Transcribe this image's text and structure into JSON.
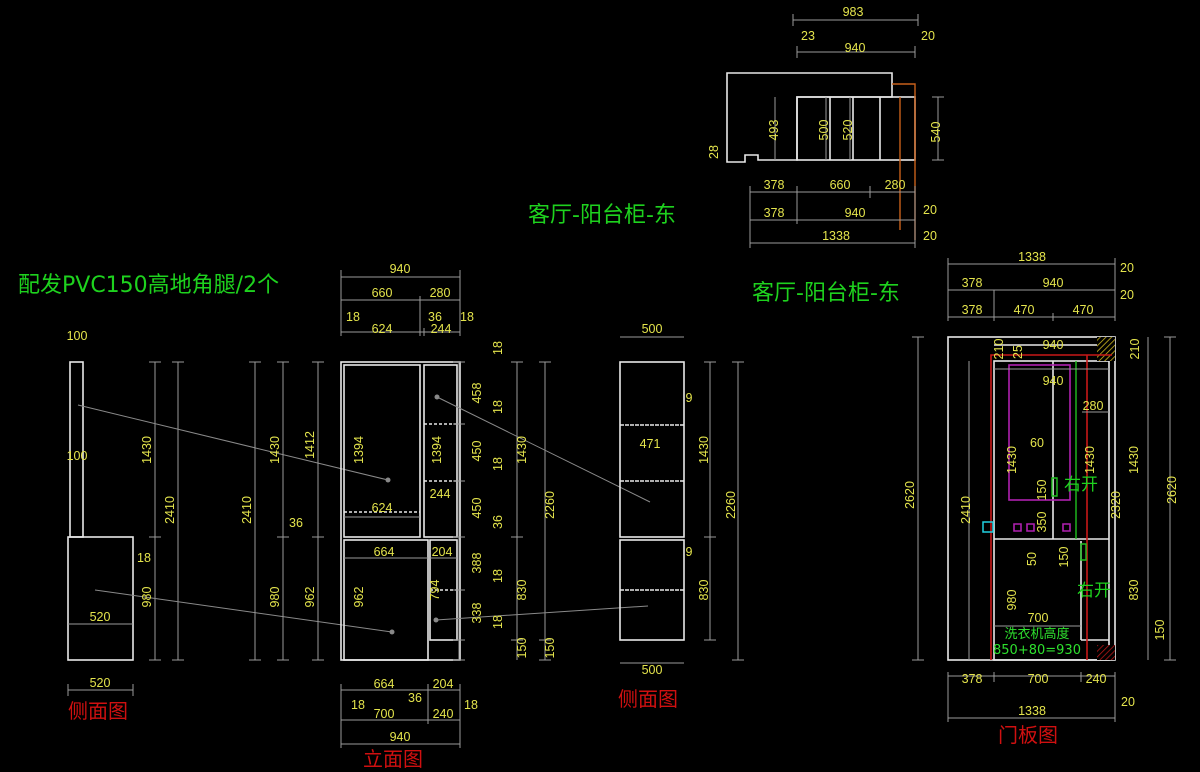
{
  "colors": {
    "background": "#000000",
    "dimension_text": "#e4e44c",
    "title_green": "#1ed21e",
    "label_red": "#d01010"
  },
  "titles": {
    "plan": "客厅-阳台柜-东",
    "door": "客厅-阳台柜-东",
    "note": "配发PVC150高地角腿/2个"
  },
  "plan": {
    "dims": [
      "983",
      "23",
      "940",
      "20",
      "493",
      "500",
      "520",
      "540",
      "28",
      "378",
      "660",
      "280",
      "378",
      "940",
      "20",
      "1338",
      "20"
    ]
  },
  "side_left": {
    "label": "侧面图",
    "dims": [
      "100",
      "100",
      "1430",
      "2410",
      "18",
      "980",
      "520",
      "520"
    ]
  },
  "front": {
    "label": "立面图",
    "dims": [
      "940",
      "660",
      "280",
      "18",
      "624",
      "36",
      "244",
      "18",
      "1430",
      "2410",
      "1412",
      "36",
      "980",
      "962",
      "1394",
      "1394",
      "244",
      "624",
      "664",
      "204",
      "962",
      "794",
      "18",
      "458",
      "18",
      "450",
      "18",
      "450",
      "36",
      "388",
      "18",
      "338",
      "18",
      "150",
      "1430",
      "830",
      "2260",
      "150",
      "664",
      "204",
      "18",
      "36",
      "18",
      "700",
      "240",
      "940"
    ]
  },
  "side_right": {
    "label": "侧面图",
    "dims": [
      "500",
      "9",
      "471",
      "1430",
      "2260",
      "9",
      "830",
      "500"
    ]
  },
  "door": {
    "label": "门板图",
    "open_right_1": "右开",
    "open_right_2": "右开",
    "washer_label": "洗衣机高度",
    "washer_calc": "850+80=930",
    "dims": [
      "1338",
      "20",
      "378",
      "940",
      "20",
      "378",
      "470",
      "470",
      "210",
      "25",
      "940",
      "210",
      "940",
      "280",
      "60",
      "1430",
      "1430",
      "1430",
      "2620",
      "2620",
      "2410",
      "150",
      "350",
      "2320",
      "50",
      "150",
      "980",
      "830",
      "700",
      "150",
      "378",
      "700",
      "240",
      "20",
      "1338"
    ]
  }
}
